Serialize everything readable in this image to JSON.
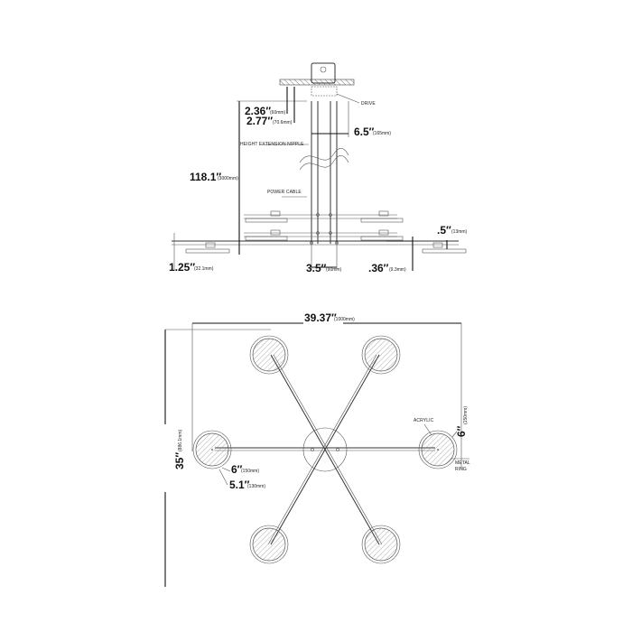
{
  "side_view": {
    "labels": {
      "drive": "DRIVE",
      "height_extension_nipple": "HEIGHT EXTENSION NIPPLE",
      "power_cable": "POWER CABLE"
    },
    "dimensions": {
      "d1": {
        "value": "2.36″",
        "metric": "(60mm)"
      },
      "d2": {
        "value": "2.77″",
        "metric": "(70.6mm)"
      },
      "d3": {
        "value": "6.5″",
        "metric": "(165mm)"
      },
      "d4": {
        "value": "118.1″",
        "metric": "(3000mm)"
      },
      "d5": {
        "value": ".5″",
        "metric": "(13mm)"
      },
      "d6": {
        "value": "1.25″",
        "metric": "(32.1mm)"
      },
      "d7": {
        "value": "3.5″",
        "metric": "(90mm)"
      },
      "d8": {
        "value": ".36″",
        "metric": "(9.3mm)"
      }
    }
  },
  "top_view": {
    "labels": {
      "acrylic": "ACRYLIC",
      "metal_ring_1": "METAL",
      "metal_ring_2": "RING"
    },
    "dimensions": {
      "width": {
        "value": "39.37″",
        "metric": "(1000mm)"
      },
      "depth": {
        "value": "35″",
        "metric": "(886.1mm)"
      },
      "shade_outer": {
        "value": "6″",
        "metric": "(150mm)"
      },
      "shade_inner": {
        "value": "5.1″",
        "metric": "(130mm)"
      },
      "shade_right": {
        "value": "6″",
        "metric": "(150mm)"
      }
    }
  }
}
